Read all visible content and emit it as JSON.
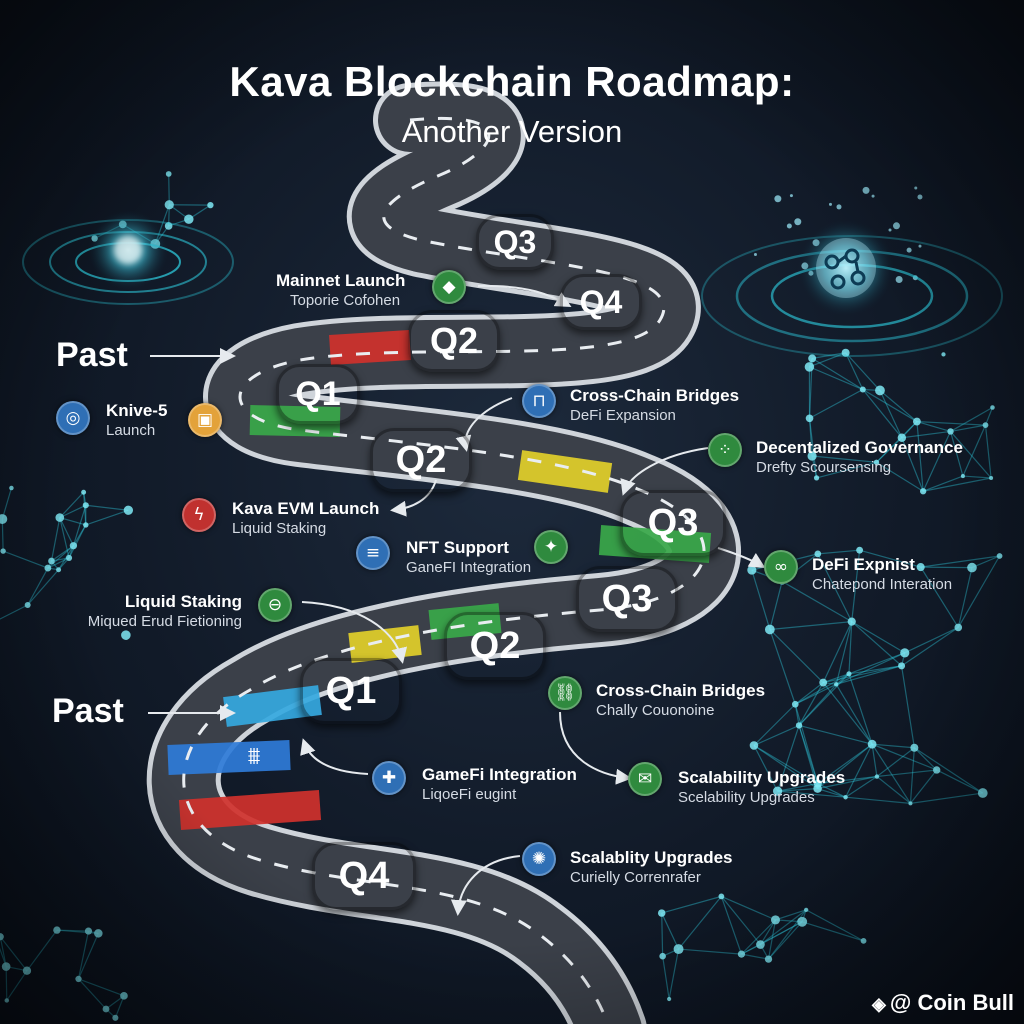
{
  "header": {
    "title": "Kava Blockchain Roadmap:",
    "subtitle": "Another Version"
  },
  "past_labels": [
    "Past",
    "Past"
  ],
  "quarter_badges": [
    {
      "label": "Q3",
      "color": "#c0312f"
    },
    {
      "label": "Q4",
      "color": "#c0312f"
    },
    {
      "label": "Q2",
      "color": "#2a3a78"
    },
    {
      "label": "Q1",
      "color": "#2a3a78"
    },
    {
      "label": "Q2",
      "color": "#2f8a3e"
    },
    {
      "label": "Q3",
      "color": "#5b3a8a"
    },
    {
      "label": "Q3",
      "color": "#5b3a8a"
    },
    {
      "label": "Q2",
      "color": "#2f8a3e"
    },
    {
      "label": "Q1",
      "color": "#b8262a"
    },
    {
      "label": "Q4",
      "color": "#2a3a78"
    }
  ],
  "milestones": [
    {
      "title": "Mainnet Launch",
      "subtitle": "Toporie Cofohen",
      "icon": "ethereum-icon",
      "icon_color": "#2f8a3e"
    },
    {
      "title": "Knive-5",
      "subtitle": "Launch",
      "icon": "target-icon",
      "icon_color": "#2f6fb5"
    },
    {
      "title": "Cross-Chain Bridges",
      "subtitle": "DeFi Expansion",
      "icon": "bridge-icon",
      "icon_color": "#2f6fb5"
    },
    {
      "title": "Decentalized Governance",
      "subtitle": "Drefty Scoursensing",
      "icon": "nodes-icon",
      "icon_color": "#2f8a3e"
    },
    {
      "title": "Kava EVM Launch",
      "subtitle": "Liquid Staking",
      "icon": "lightning-icon",
      "icon_color": "#c0312f"
    },
    {
      "title": "NFT Support",
      "subtitle": "GaneFI Integration",
      "icon": "token-icon",
      "icon_color": "#2f6fb5"
    },
    {
      "title": "DeFi Expnist",
      "subtitle": "Chatepond Interation",
      "icon": "link-icon",
      "icon_color": "#2f8a3e"
    },
    {
      "title": "Liquid Staking",
      "subtitle": "Miqued Erud Fietioning",
      "icon": "staking-icon",
      "icon_color": "#2f8a3e"
    },
    {
      "title": "Cross-Chain Bridges",
      "subtitle": "Chally Couonoine",
      "icon": "chain-icon",
      "icon_color": "#2f8a3e"
    },
    {
      "title": "GameFi Integration",
      "subtitle": "LiqoeFi eugint",
      "icon": "gamepad-icon",
      "icon_color": "#2f6fb5"
    },
    {
      "title": "Scalability Upgrades",
      "subtitle": "Scelability Upgrades",
      "icon": "scale-icon",
      "icon_color": "#2f8a3e"
    },
    {
      "title": "Scalablity Upgrades",
      "subtitle": "Curielly Correnrafer",
      "icon": "gear-icon",
      "icon_color": "#2f6fb5"
    }
  ],
  "watermark": {
    "text": "@ Coin Bull"
  },
  "colors": {
    "road": "#3b4049",
    "road_edge": "#cfd4da",
    "glow": "#2fd3e6",
    "red": "#d0312d",
    "green": "#3aa84a",
    "yellow": "#e2cf2a",
    "blue": "#2f7bd8"
  }
}
